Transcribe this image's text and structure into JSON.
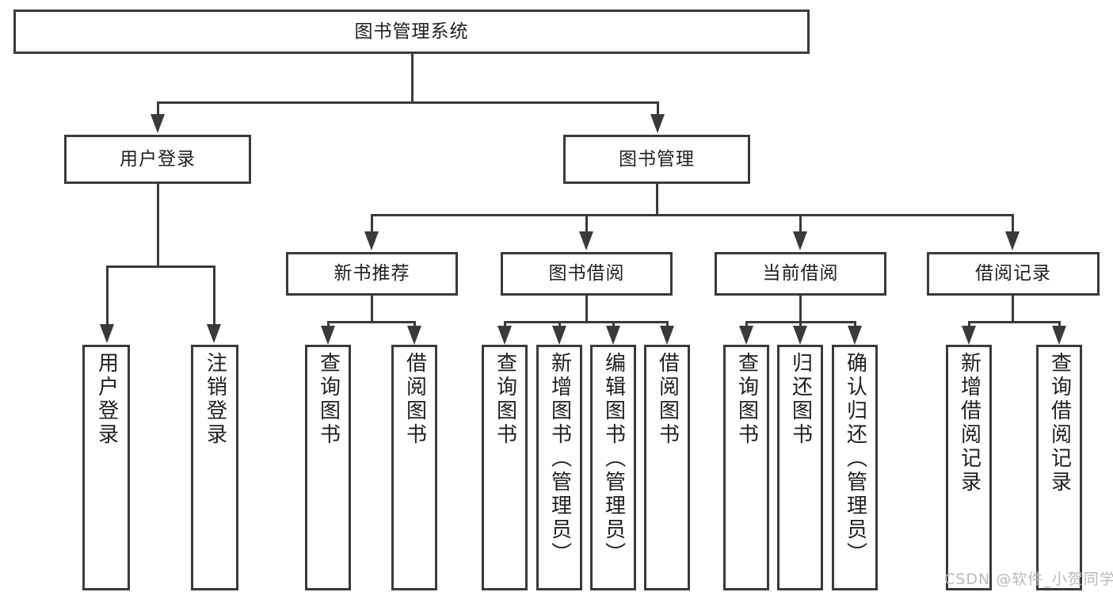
{
  "diagram": {
    "type": "tree",
    "title": "图书管理系统",
    "root": {
      "label": "图书管理系统"
    },
    "level2": [
      {
        "label": "用户登录"
      },
      {
        "label": "图书管理"
      }
    ],
    "level3": [
      {
        "label": "新书推荐"
      },
      {
        "label": "图书借阅"
      },
      {
        "label": "当前借阅"
      },
      {
        "label": "借阅记录"
      }
    ],
    "leaves": {
      "user_login": [
        {
          "label": "用户登录"
        },
        {
          "label": "注销登录"
        }
      ],
      "new_book": [
        {
          "label": "查询图书"
        },
        {
          "label": "借阅图书"
        }
      ],
      "book_borrow": [
        {
          "label": "查询图书"
        },
        {
          "label": "新增图书（管理员）"
        },
        {
          "label": "编辑图书（管理员）"
        },
        {
          "label": "借阅图书"
        }
      ],
      "current_borrow": [
        {
          "label": "查询图书"
        },
        {
          "label": "归还图书"
        },
        {
          "label": "确认归还（管理员）"
        }
      ],
      "borrow_record": [
        {
          "label": "新增借阅记录"
        },
        {
          "label": "查询借阅记录"
        }
      ]
    }
  },
  "watermark": {
    "text": "CSDN @软件_小贺同学"
  },
  "colors": {
    "border": "#3a3a3a",
    "background": "#ffffff",
    "text": "#1f1f1f",
    "watermark": "#b9b9b9"
  }
}
